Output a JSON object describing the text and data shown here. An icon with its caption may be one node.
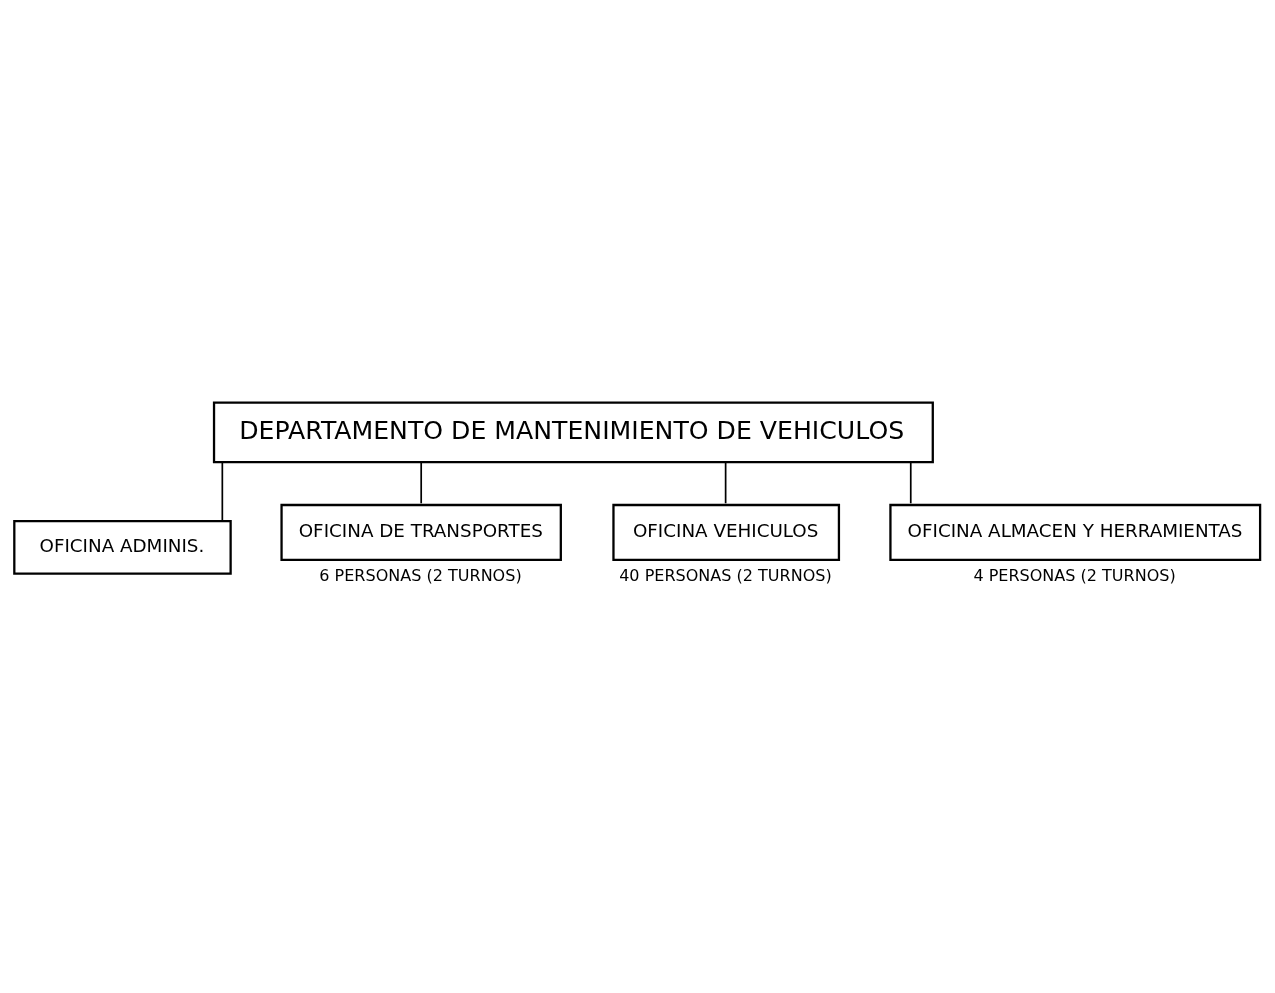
{
  "diagram": {
    "nodes": [
      {
        "text": [
          "DEPARTAMENTO DE MANTENIMIENTO DE VEHICULOS"
        ]
      },
      {
        "text": [
          "OFICINA ADMINIS."
        ]
      },
      {
        "text": [
          "OFICINA DE TRANSPORTES"
        ],
        "beside": [
          "6 PERSONAS (2 TURNOS)"
        ]
      },
      {
        "text": [
          "OFICINA VEHICULOS"
        ],
        "beside": [
          "40 PERSONAS (2 TURNOS)"
        ]
      },
      {
        "text": [
          "OFICINA ALMACEN Y HERRAMIENTAS"
        ],
        "beside": [
          "4 PERSONAS (2 TURNOS)"
        ]
      }
    ],
    "edges": [
      {
        "from": 0,
        "to": 1,
        "arrow": "none"
      },
      {
        "from": 0,
        "to": 2,
        "arrow": "none"
      },
      {
        "from": 0,
        "to": 3,
        "arrow": "none"
      },
      {
        "from": 0,
        "to": 4,
        "arrow": "none"
      }
    ]
  }
}
